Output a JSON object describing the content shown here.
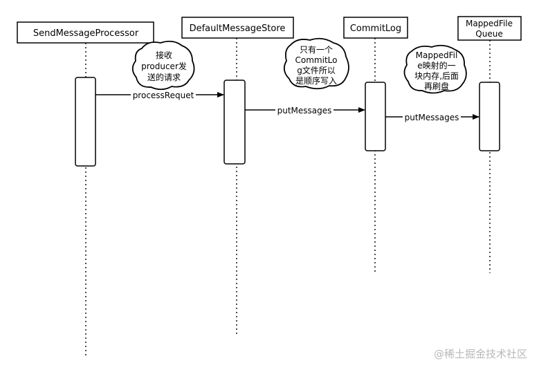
{
  "participants": [
    {
      "id": "smp",
      "label": "SendMessageProcessor"
    },
    {
      "id": "dms",
      "label": "DefaultMessageStore"
    },
    {
      "id": "cl",
      "label": "CommitLog"
    },
    {
      "id": "mfq",
      "label_lines": [
        "MappedFile",
        "Queue"
      ]
    }
  ],
  "messages": [
    {
      "label": "processRequet"
    },
    {
      "label": "putMessages"
    },
    {
      "label": "putMessages"
    }
  ],
  "notes": [
    {
      "lines": [
        "接收",
        "producer发",
        "送的请求"
      ]
    },
    {
      "lines": [
        "只有一个",
        "CommitLo",
        "g文件所以",
        "是顺序写入"
      ]
    },
    {
      "lines": [
        "MappedFil",
        "e映射的一",
        "块内存,后面",
        "再刷盘"
      ]
    }
  ],
  "watermark": "@稀土掘金技术社区",
  "colors": {
    "stroke": "#000000",
    "background": "#ffffff",
    "watermark": "#b8b8b8"
  }
}
